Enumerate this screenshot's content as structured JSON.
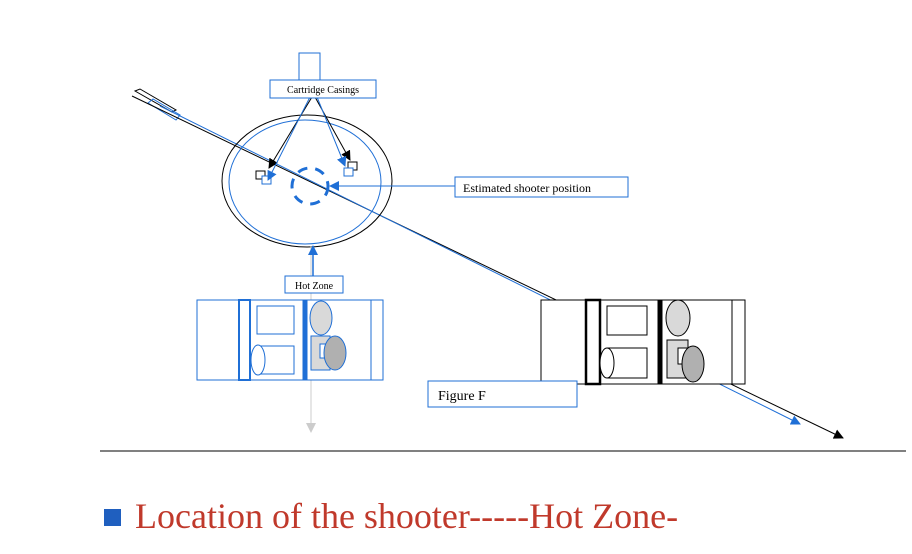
{
  "labels": {
    "cartridge_casings": "Cartridge Casings",
    "estimated_shooter_position": "Estimated shooter position",
    "hot_zone": "Hot Zone",
    "figure": "Figure F"
  },
  "bullet": {
    "text": "Location of the shooter-----Hot Zone-"
  },
  "colors": {
    "blue": "#1f6fd6",
    "black": "#000000",
    "bullet_text": "#c0392b",
    "bullet_square": "#1f5fbf",
    "gray_fill": "#d9d9d9",
    "dark_gray_fill": "#b0b0b0"
  }
}
